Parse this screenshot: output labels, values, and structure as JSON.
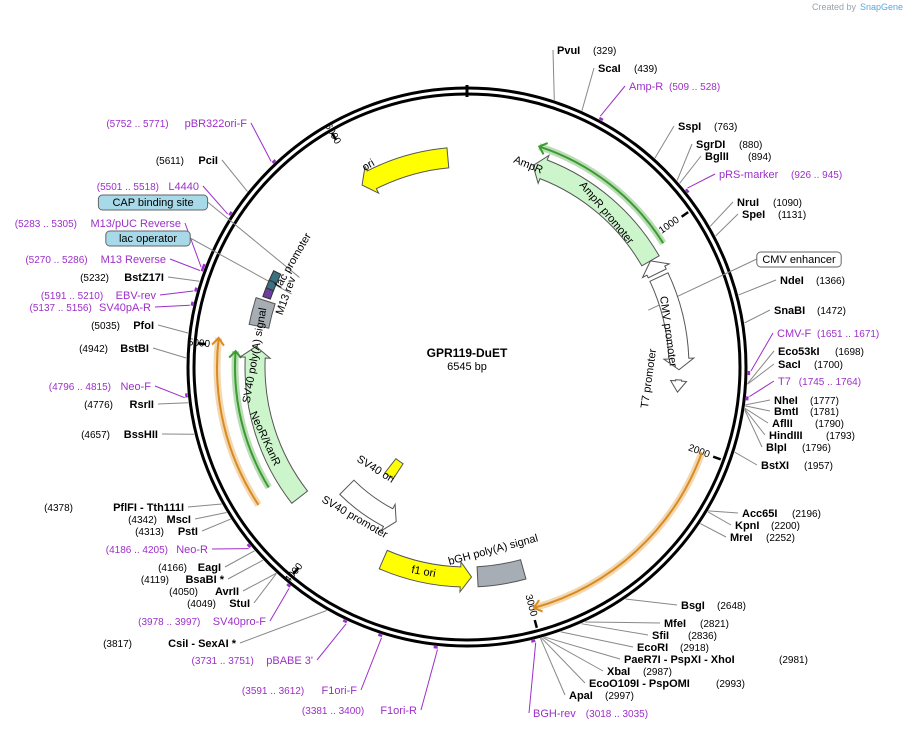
{
  "watermark": {
    "prefix": "Created by",
    "brand": "SnapGene"
  },
  "plasmid": {
    "name": "GPR119-DuET",
    "length": 6545,
    "length_label": "6545 bp"
  },
  "ticks": [
    1000,
    2000,
    3000,
    4000,
    5000,
    6000
  ],
  "restriction_sites": [
    {
      "name": "PvuI",
      "pos": "(329)"
    },
    {
      "name": "ScaI",
      "pos": "(439)"
    },
    {
      "name": "SspI",
      "pos": "(763)"
    },
    {
      "name": "SgrDI",
      "pos": "(880)"
    },
    {
      "name": "BglII",
      "pos": "(894)"
    },
    {
      "name": "NruI",
      "pos": "(1090)"
    },
    {
      "name": "SpeI",
      "pos": "(1131)"
    },
    {
      "name": "NdeI",
      "pos": "(1366)"
    },
    {
      "name": "SnaBI",
      "pos": "(1472)"
    },
    {
      "name": "Eco53kI",
      "pos": "(1698)"
    },
    {
      "name": "SacI",
      "pos": "(1700)"
    },
    {
      "name": "NheI",
      "pos": "(1777)"
    },
    {
      "name": "BmtI",
      "pos": "(1781)"
    },
    {
      "name": "AflII",
      "pos": "(1790)"
    },
    {
      "name": "HindIII",
      "pos": "(1793)"
    },
    {
      "name": "BlpI",
      "pos": "(1796)"
    },
    {
      "name": "BstXI",
      "pos": "(1957)"
    },
    {
      "name": "Acc65I",
      "pos": "(2196)"
    },
    {
      "name": "KpnI",
      "pos": "(2200)"
    },
    {
      "name": "MreI",
      "pos": "(2252)"
    },
    {
      "name": "BsgI",
      "pos": "(2648)"
    },
    {
      "name": "MfeI",
      "pos": "(2821)"
    },
    {
      "name": "SfiI",
      "pos": "(2836)"
    },
    {
      "name": "EcoRI",
      "pos": "(2918)"
    },
    {
      "name": "PaeR7I - PspXI - XhoI",
      "pos": "(2981)"
    },
    {
      "name": "XbaI",
      "pos": "(2987)"
    },
    {
      "name": "EcoO109I - PspOMI",
      "pos": "(2993)"
    },
    {
      "name": "ApaI",
      "pos": "(2997)"
    },
    {
      "name": "CsiI - SexAI *",
      "pos": "(3817)"
    },
    {
      "name": "StuI",
      "pos": "(4049)"
    },
    {
      "name": "AvrII",
      "pos": "(4050)"
    },
    {
      "name": "BsaBI *",
      "pos": "(4119)"
    },
    {
      "name": "EagI",
      "pos": "(4166)"
    },
    {
      "name": "PstI",
      "pos": "(4313)"
    },
    {
      "name": "MscI",
      "pos": "(4342)"
    },
    {
      "name": "PflFI - Tth111I",
      "pos": "(4378)"
    },
    {
      "name": "BssHII",
      "pos": "(4657)"
    },
    {
      "name": "RsrII",
      "pos": "(4776)"
    },
    {
      "name": "BstBI",
      "pos": "(4942)"
    },
    {
      "name": "PfoI",
      "pos": "(5035)"
    },
    {
      "name": "BstZ17I",
      "pos": "(5232)"
    },
    {
      "name": "PciI",
      "pos": "(5611)"
    }
  ],
  "primers": [
    {
      "name": "Amp-R",
      "pos": "(509 .. 528)"
    },
    {
      "name": "pRS-marker",
      "pos": "(926 .. 945)"
    },
    {
      "name": "CMV-F",
      "pos": "(1651 .. 1671)"
    },
    {
      "name": "T7",
      "pos": "(1745 .. 1764)"
    },
    {
      "name": "BGH-rev",
      "pos": "(3018 .. 3035)"
    },
    {
      "name": "F1ori-R",
      "pos": "(3381 .. 3400)"
    },
    {
      "name": "F1ori-F",
      "pos": "(3591 .. 3612)"
    },
    {
      "name": "pBABE 3'",
      "pos": "(3731 .. 3751)"
    },
    {
      "name": "SV40pro-F",
      "pos": "(3978 .. 3997)"
    },
    {
      "name": "Neo-R",
      "pos": "(4186 .. 4205)"
    },
    {
      "name": "Neo-F",
      "pos": "(4796 .. 4815)"
    },
    {
      "name": "SV40pA-R",
      "pos": "(5137 .. 5156)"
    },
    {
      "name": "EBV-rev",
      "pos": "(5191 .. 5210)"
    },
    {
      "name": "M13 Reverse",
      "pos": "(5270 .. 5286)"
    },
    {
      "name": "M13/pUC Reverse",
      "pos": "(5283 .. 5305)"
    },
    {
      "name": "L4440",
      "pos": "(5501 .. 5518)"
    },
    {
      "name": "pBR322ori-F",
      "pos": "(5752 .. 5771)"
    }
  ],
  "boxed_features": [
    {
      "name": "CMV enhancer"
    },
    {
      "name": "CAP binding site"
    },
    {
      "name": "lac operator"
    }
  ],
  "features": [
    {
      "name": "AmpR"
    },
    {
      "name": "AmpR promoter"
    },
    {
      "name": "CMV promoter"
    },
    {
      "name": "T7 promoter"
    },
    {
      "name": "bGH poly(A) signal"
    },
    {
      "name": "f1 ori"
    },
    {
      "name": "SV40 promoter"
    },
    {
      "name": "SV40 ori"
    },
    {
      "name": "NeoR/KanR"
    },
    {
      "name": "SV40 poly(A) signal"
    },
    {
      "name": "M13 rev"
    },
    {
      "name": "lac promoter"
    },
    {
      "name": "ori"
    }
  ],
  "colors": {
    "primer": "#9d2fc9",
    "ori_yellow": "#ffff00",
    "amp_green": "#ccf5cc",
    "orf_orange": "#f5a623",
    "orf_green": "#3a9c2f",
    "gray_feature": "#a6adb4",
    "box_blue": "#a7d9e8"
  }
}
